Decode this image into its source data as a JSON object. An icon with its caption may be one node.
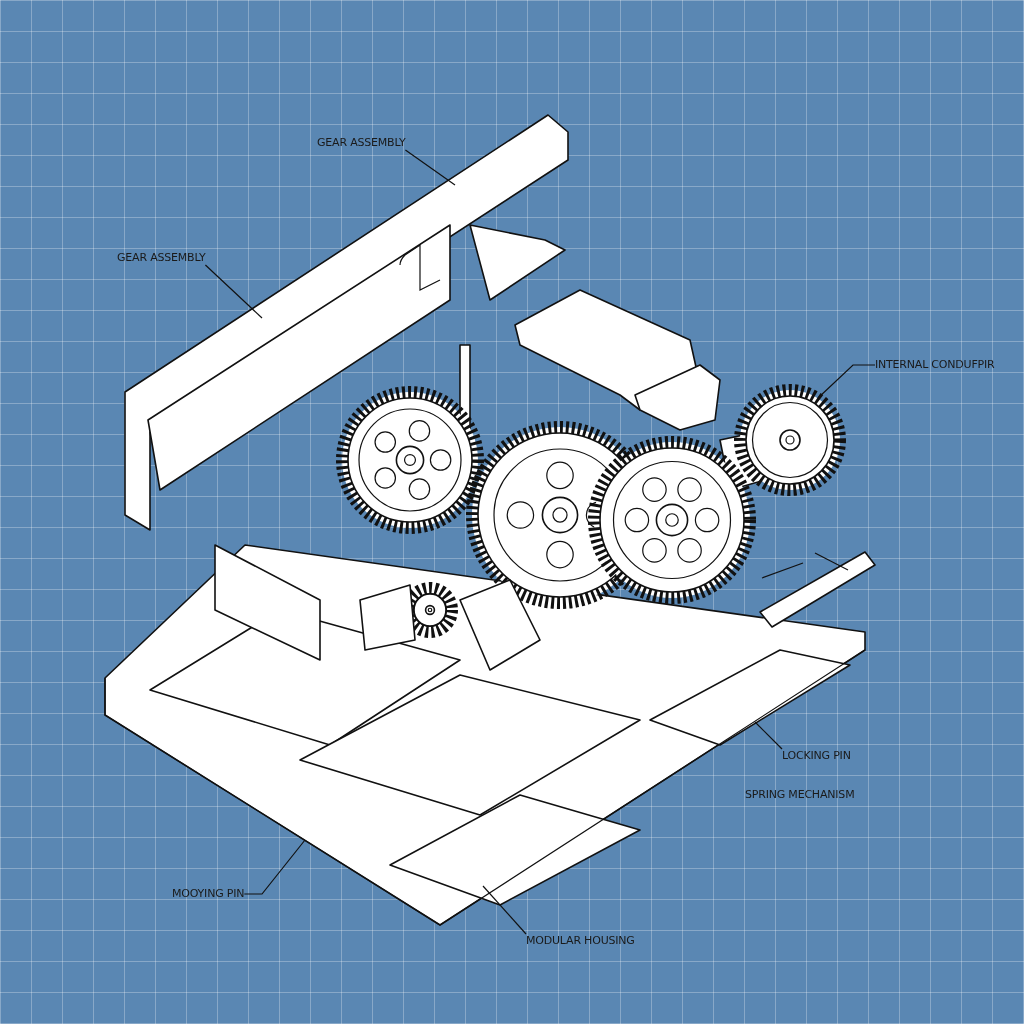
{
  "diagram": {
    "nodes": [
      {
        "text": [
          "GEAR ASSEMBLY"
        ]
      },
      {
        "text": [
          "GEAR ASSEMBLY"
        ]
      },
      {
        "text": [
          "INTERNAL CONDUFPIR"
        ]
      },
      {
        "text": [
          "LOCKING PIN"
        ]
      },
      {
        "text": [
          "MOOYING PIN"
        ]
      },
      {
        "text": [
          "MODULAR HOUSING"
        ]
      }
    ],
    "edges": [
      {
        "from": 0,
        "to": null,
        "arrow": "none"
      },
      {
        "from": 1,
        "to": null,
        "arrow": "none"
      },
      {
        "from": 2,
        "to": null,
        "arrow": "none"
      },
      {
        "from": 3,
        "to": null,
        "arrow": "none"
      },
      {
        "from": 4,
        "to": null,
        "arrow": "none"
      },
      {
        "from": 5,
        "to": null,
        "arrow": "none"
      }
    ],
    "labels": [
      "SPRING MECHANISM"
    ]
  }
}
